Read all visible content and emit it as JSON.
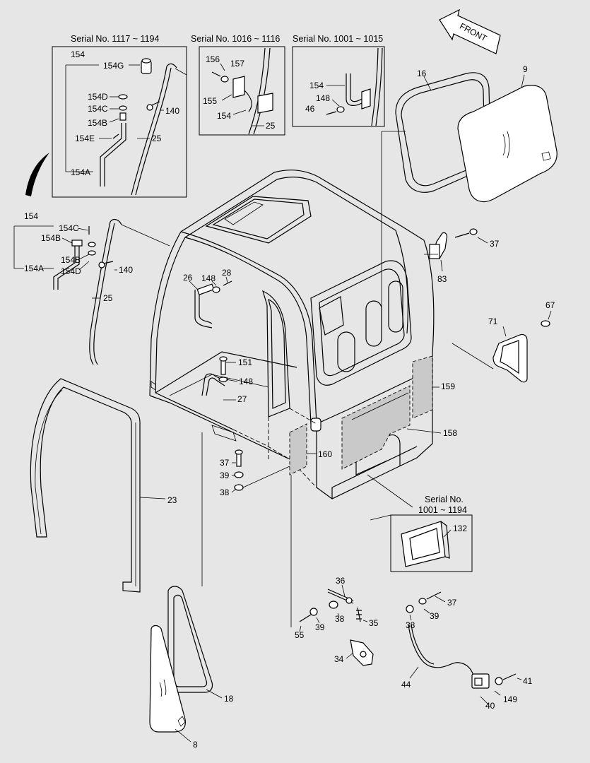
{
  "front_arrow": "FRONT",
  "inset_titles": {
    "a": "Serial No. 1117 ~ 1194",
    "b": "Serial No. 1016 ~ 1116",
    "c": "Serial No. 1001 ~ 1015",
    "d_line1": "Serial No.",
    "d_line2": "1001 ~ 1194"
  },
  "labels": {
    "l154_a": "154",
    "l154G": "154G",
    "l154D_a": "154D",
    "l154C_a": "154C",
    "l154B_a": "154B",
    "l154E": "154E",
    "l154A_a": "154A",
    "l140_a": "140",
    "l25_a": "25",
    "l156": "156",
    "l157": "157",
    "l155": "155",
    "l154_b": "154",
    "l25_b": "25",
    "l154_c": "154",
    "l148_c": "148",
    "l46": "46",
    "l16": "16",
    "l9": "9",
    "l37_a": "37",
    "l83": "83",
    "l67": "67",
    "l71": "71",
    "l159": "159",
    "l158": "158",
    "l160": "160",
    "l154_d": "154",
    "l154C_d": "154C",
    "l154B_d": "154B",
    "l154A_d": "154A",
    "l154B_d2": "154B",
    "l154D_d": "154D",
    "l140_d": "140",
    "l25_d": "25",
    "l26": "26",
    "l148_a": "148",
    "l28": "28",
    "l151": "151",
    "l148_b": "148",
    "l27": "27",
    "l37_b": "37",
    "l39_b": "39",
    "l38_b": "38",
    "l23": "23",
    "l132": "132",
    "l36": "36",
    "l37_c": "37",
    "l38_c": "38",
    "l39_c": "39",
    "l35": "35",
    "l38_d": "38",
    "l39_d": "39",
    "l55": "55",
    "l34": "34",
    "l44": "44",
    "l41": "41",
    "l149": "149",
    "l40": "40",
    "l18": "18",
    "l8": "8"
  }
}
